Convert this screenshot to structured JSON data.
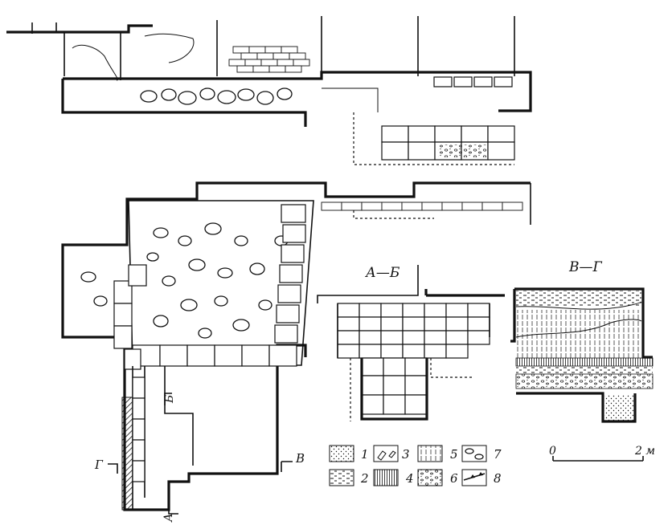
{
  "sections": {
    "ab": "А—Б",
    "vg": "В—Г"
  },
  "markers": {
    "g": "Г",
    "v": "В",
    "a": "А",
    "b": "Б"
  },
  "legend": {
    "items": [
      {
        "num": "1",
        "pattern": "dots"
      },
      {
        "num": "2",
        "pattern": "dashes"
      },
      {
        "num": "3",
        "pattern": "blocks"
      },
      {
        "num": "4",
        "pattern": "vlines-dense"
      },
      {
        "num": "5",
        "pattern": "vlines-sparse"
      },
      {
        "num": "6",
        "pattern": "pebbles"
      },
      {
        "num": "7",
        "pattern": "stones"
      },
      {
        "num": "8",
        "pattern": "boundary"
      }
    ]
  },
  "scale": {
    "start": "0",
    "end": "2 м"
  }
}
